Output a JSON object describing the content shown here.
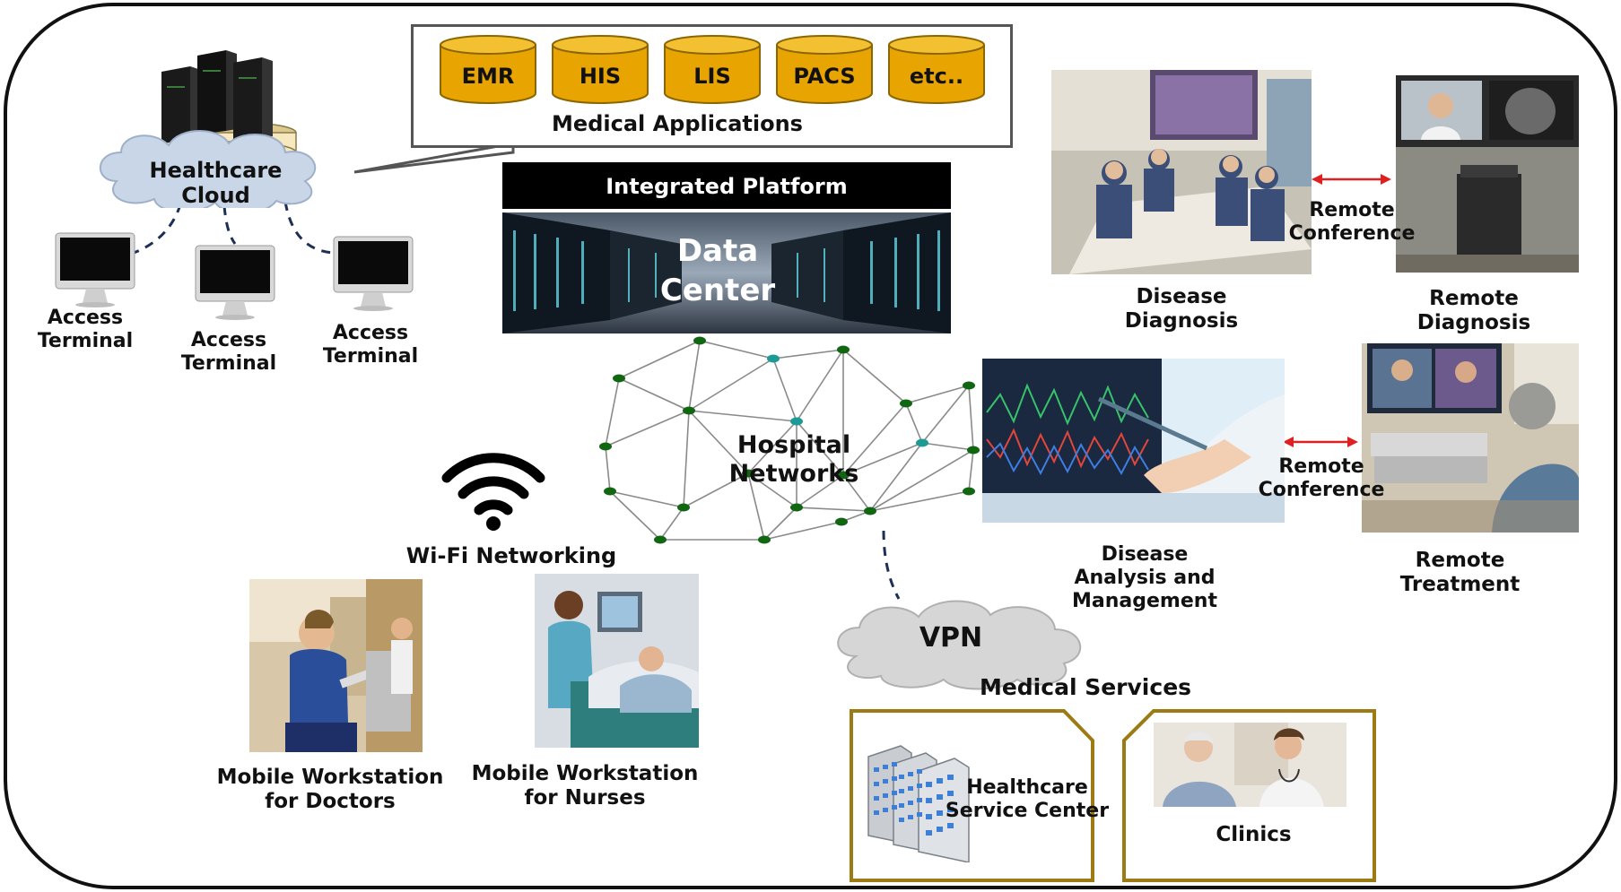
{
  "medical_applications": {
    "databases": [
      "EMR",
      "HIS",
      "LIS",
      "PACS",
      "etc.."
    ],
    "caption": "Medical Applications"
  },
  "healthcare_cloud": {
    "line1": "Healthcare",
    "line2": "Cloud"
  },
  "access_terminals": [
    {
      "line1": "Access",
      "line2": "Terminal"
    },
    {
      "line1": "Access",
      "line2": "Terminal"
    },
    {
      "line1": "Access",
      "line2": "Terminal"
    }
  ],
  "integrated_platform": {
    "title": "Integrated Platform",
    "line1": "Data",
    "line2": "Center"
  },
  "hospital_networks": {
    "line1": "Hospital",
    "line2": "Networks"
  },
  "wifi": {
    "label": "Wi-Fi Networking"
  },
  "mobile_workstations": {
    "doctors": {
      "line1": "Mobile Workstation",
      "line2": "for Doctors"
    },
    "nurses": {
      "line1": "Mobile Workstation",
      "line2": "for Nurses"
    }
  },
  "vpn": {
    "label": "VPN"
  },
  "medical_services": {
    "title": "Medical Services",
    "service_center": {
      "line1": "Healthcare",
      "line2": "Service Center"
    },
    "clinics": "Clinics"
  },
  "telemedicine": {
    "disease_diagnosis": {
      "line1": "Disease",
      "line2": "Diagnosis"
    },
    "remote_diagnosis": {
      "line1": "Remote",
      "line2": "Diagnosis"
    },
    "conference_top": {
      "line1": "Remote",
      "line2": "Conference"
    },
    "disease_analysis": {
      "line1": "Disease",
      "line2": "Analysis and",
      "line3": "Management"
    },
    "conference_bottom": {
      "line1": "Remote",
      "line2": "Conference"
    },
    "remote_treatment": {
      "line1": "Remote",
      "line2": "Treatment"
    }
  },
  "colors": {
    "frame": "#111111",
    "database_fill": "#e8a400",
    "database_stroke": "#8a6500",
    "service_border": "#9c7a14",
    "arrow": "#e02020",
    "cloud": "#c9d6e8",
    "network_node": "#116611",
    "network_node_teal": "#1d9a96",
    "platform_banner": "#000000"
  }
}
